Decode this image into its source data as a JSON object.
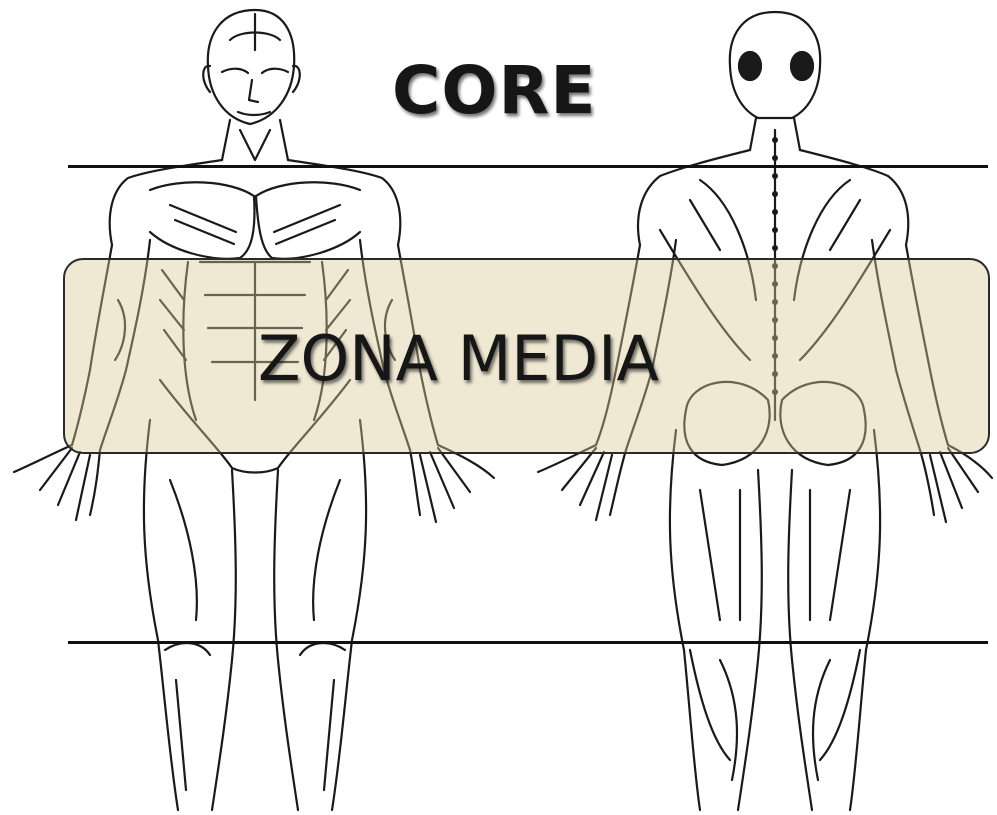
{
  "title": "CORE",
  "zone_label": "ZONA MEDIA",
  "figures": [
    {
      "name": "front-view",
      "icon": "muscle-anatomy-front-icon"
    },
    {
      "name": "back-view",
      "icon": "muscle-anatomy-back-icon"
    }
  ],
  "colors": {
    "band_fill": "#dac896",
    "line": "#111111",
    "text": "#161616"
  }
}
